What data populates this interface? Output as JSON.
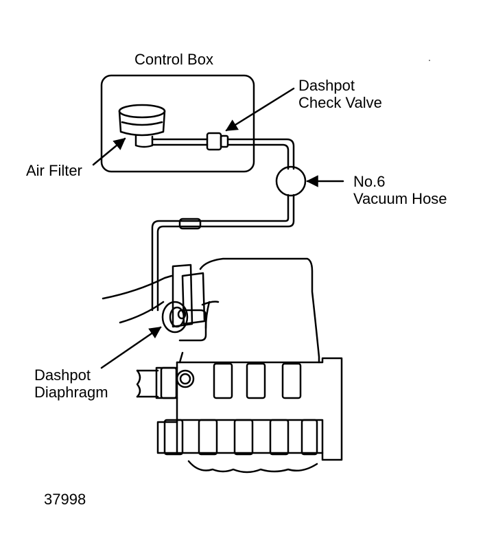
{
  "labels": {
    "control_box": "Control Box",
    "check_valve": [
      "Dashpot",
      "Check Valve"
    ],
    "air_filter": "Air Filter",
    "vacuum_hose": [
      "No.6",
      "Vacuum Hose"
    ],
    "diaphragm": [
      "Dashpot",
      "Diaphragm"
    ],
    "figure_number": "37998"
  },
  "colors": {
    "ink": "#000000",
    "paper": "#ffffff"
  }
}
